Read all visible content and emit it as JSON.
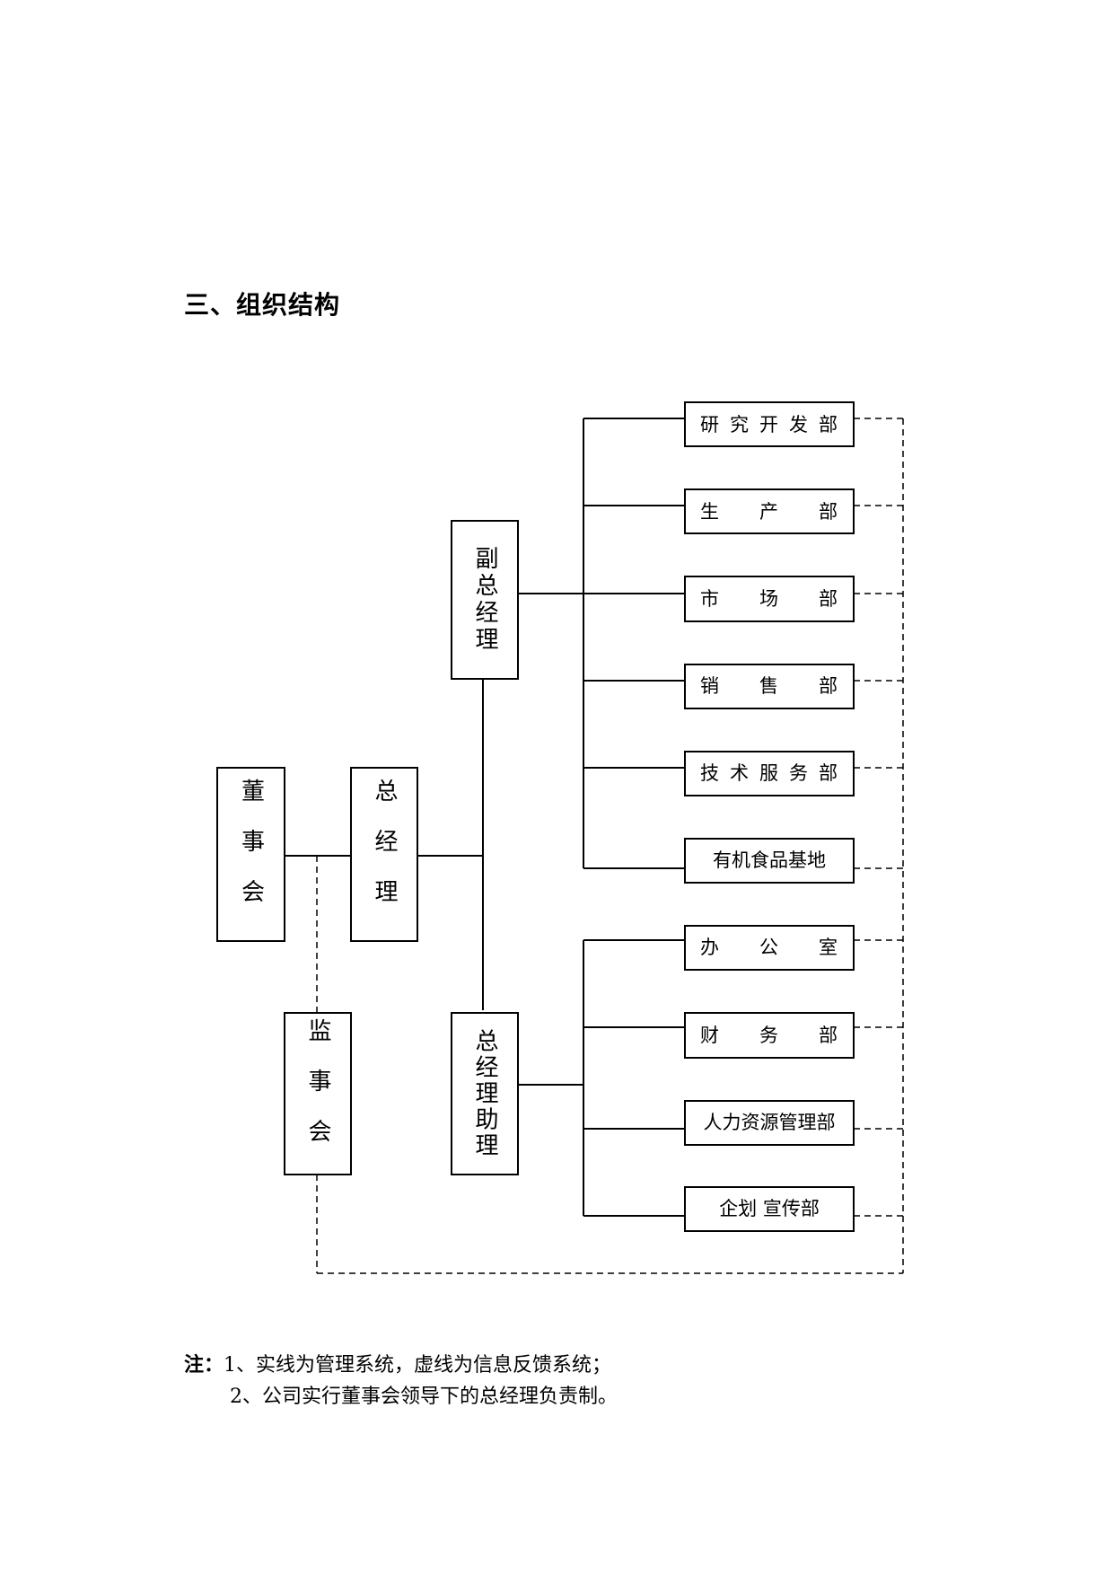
{
  "heading": "三、组织结构",
  "nodes": {
    "board": "董事会",
    "supervisory_board": "监事会",
    "general_manager": "总经理",
    "deputy_general_manager": "副总经理",
    "assistant_general_manager": "总经理助理"
  },
  "departments_upper": [
    "研究开发部",
    "生产部",
    "市场部",
    "销售部",
    "技术服务部",
    "有机食品基地"
  ],
  "departments_lower": [
    "办公室",
    "财务部",
    "人力资源管理部",
    "企划 宣传部"
  ],
  "notes": {
    "label": "注：",
    "line1": "1、实线为管理系统，虚线为信息反馈系统；",
    "line2": "2、公司实行董事会领导下的总经理负责制。"
  }
}
